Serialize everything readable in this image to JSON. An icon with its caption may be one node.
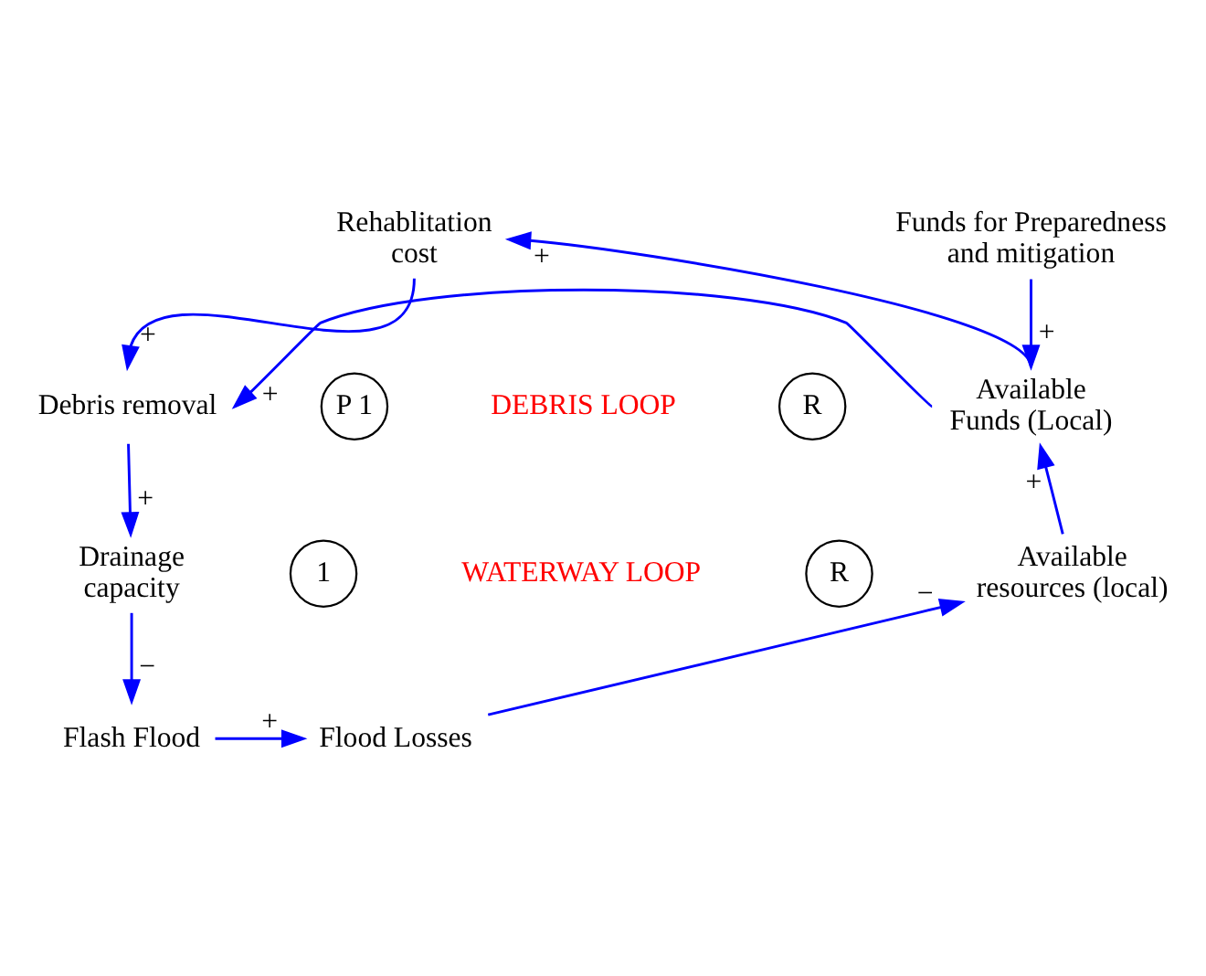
{
  "diagram": {
    "nodes": [
      {
        "text": [
          "Rehablitation cost"
        ]
      },
      {
        "text": [
          "Funds for Preparedness and mitigation"
        ]
      },
      {
        "text": [
          "Debris removal"
        ]
      },
      {
        "text": [
          "P 1"
        ]
      },
      {
        "text": [
          "R"
        ]
      },
      {
        "text": [
          "Available Funds (Local)"
        ]
      },
      {
        "text": [
          "Drainage capacity"
        ]
      },
      {
        "text": [
          "1"
        ]
      },
      {
        "text": [
          "R"
        ]
      },
      {
        "text": [
          "Available resources (local)"
        ]
      },
      {
        "text": [
          "Flash Flood"
        ]
      },
      {
        "text": [
          "Flood Losses"
        ]
      }
    ],
    "edges": [
      {
        "from": 0,
        "to": 2,
        "arrow": "to",
        "label": "+"
      },
      {
        "from": 5,
        "to": 0,
        "arrow": "to",
        "label": "+"
      },
      {
        "from": 1,
        "to": 5,
        "arrow": "to",
        "label": "+"
      },
      {
        "from": 5,
        "to": 2,
        "arrow": "to",
        "label": "+"
      },
      {
        "from": 2,
        "to": 6,
        "arrow": "to",
        "label": "+"
      },
      {
        "from": 6,
        "to": 10,
        "arrow": "to",
        "label": "−"
      },
      {
        "from": 10,
        "to": 11,
        "arrow": "to",
        "label": "+"
      },
      {
        "from": 11,
        "to": 9,
        "arrow": "to",
        "label": "−"
      },
      {
        "from": 9,
        "to": 5,
        "arrow": "to",
        "label": "+"
      }
    ],
    "labels": [
      "DEBRIS LOOP",
      "WATERWAY LOOP"
    ]
  }
}
